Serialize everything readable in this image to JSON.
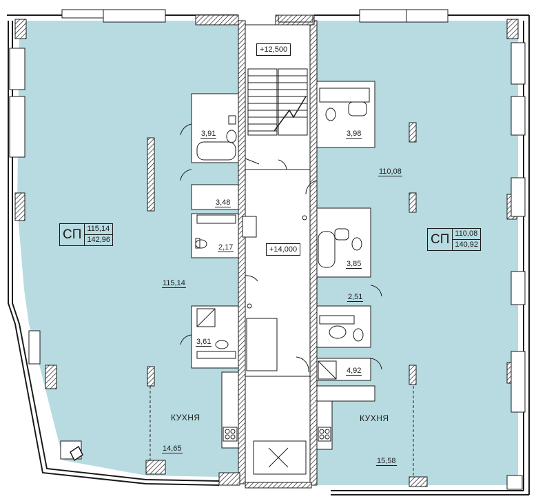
{
  "plan": {
    "colors": {
      "room_fill": "#b7dbe1",
      "wall": "#1a1a1a",
      "background": "#ffffff"
    },
    "level_marks": [
      "+12,500",
      "+14,000"
    ],
    "apartments": [
      {
        "code": "СП",
        "living_area": "115,14",
        "total_area": "142,96",
        "hall_area": "115,14"
      },
      {
        "code": "СП",
        "living_area": "110,08",
        "total_area": "140,92",
        "hall_area": "110,08"
      }
    ],
    "rooms_left": {
      "bath_upper": "3,91",
      "closet": "3,48",
      "wc": "2,17",
      "shower": "3,61",
      "kitchen_label": "КУХНЯ",
      "kitchen_area": "14,65"
    },
    "rooms_right": {
      "bath_upper": "3,98",
      "bath_mid": "3,85",
      "closet": "2,51",
      "shower": "4,92",
      "kitchen_label": "КУХНЯ",
      "kitchen_area": "15,58"
    },
    "icons": [
      "stair-break-icon",
      "elevator-cross-icon",
      "toilet-icon",
      "bathtub-icon",
      "sink-icon",
      "shower-tray-icon",
      "stove-icon",
      "column-icon",
      "window-icon"
    ]
  }
}
